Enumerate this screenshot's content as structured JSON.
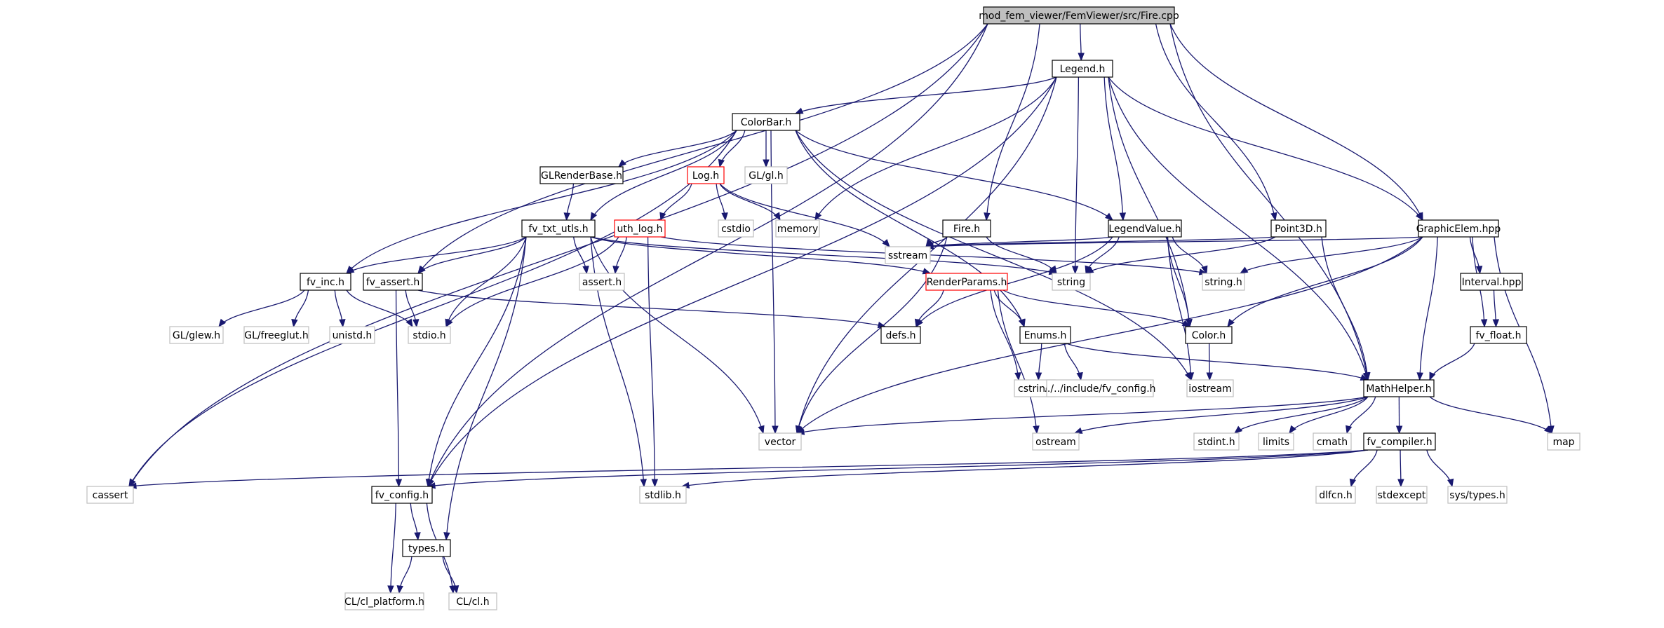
{
  "diagram": {
    "nodes": [
      {
        "id": "fire_cpp",
        "label": "mod_fem_viewer/FemViewer/src/Fire.cpp",
        "style": "root"
      },
      {
        "id": "legend_h",
        "label": "Legend.h",
        "style": "normal"
      },
      {
        "id": "colorbar_h",
        "label": "ColorBar.h",
        "style": "normal"
      },
      {
        "id": "glrenderbase_h",
        "label": "GLRenderBase.h",
        "style": "normal"
      },
      {
        "id": "log_h",
        "label": "Log.h",
        "style": "red"
      },
      {
        "id": "gl_gl_h",
        "label": "GL/gl.h",
        "style": "gray"
      },
      {
        "id": "cstdio",
        "label": "cstdio",
        "style": "gray"
      },
      {
        "id": "memory",
        "label": "memory",
        "style": "gray"
      },
      {
        "id": "fv_txt_utls_h",
        "label": "fv_txt_utls.h",
        "style": "normal"
      },
      {
        "id": "uth_log_h",
        "label": "uth_log.h",
        "style": "red"
      },
      {
        "id": "fire_h",
        "label": "Fire.h",
        "style": "normal"
      },
      {
        "id": "legendvalue_h",
        "label": "LegendValue.h",
        "style": "normal"
      },
      {
        "id": "point3d_h",
        "label": "Point3D.h",
        "style": "normal"
      },
      {
        "id": "graphicelem_hpp",
        "label": "GraphicElem.hpp",
        "style": "normal"
      },
      {
        "id": "fv_inc_h",
        "label": "fv_inc.h",
        "style": "normal"
      },
      {
        "id": "fv_assert_h",
        "label": "fv_assert.h",
        "style": "normal"
      },
      {
        "id": "assert_h",
        "label": "assert.h",
        "style": "gray"
      },
      {
        "id": "sstream",
        "label": "sstream",
        "style": "gray"
      },
      {
        "id": "string",
        "label": "string",
        "style": "gray"
      },
      {
        "id": "renderparams_h",
        "label": "RenderParams.h",
        "style": "red"
      },
      {
        "id": "string_h",
        "label": "string.h",
        "style": "gray"
      },
      {
        "id": "interval_hpp",
        "label": "Interval.hpp",
        "style": "normal"
      },
      {
        "id": "gl_glew_h",
        "label": "GL/glew.h",
        "style": "gray"
      },
      {
        "id": "gl_freeglut_h",
        "label": "GL/freeglut.h",
        "style": "gray"
      },
      {
        "id": "unistd_h",
        "label": "unistd.h",
        "style": "gray"
      },
      {
        "id": "stdio_h",
        "label": "stdio.h",
        "style": "gray"
      },
      {
        "id": "defs_h",
        "label": "defs.h",
        "style": "normal"
      },
      {
        "id": "enums_h",
        "label": "Enums.h",
        "style": "normal"
      },
      {
        "id": "color_h",
        "label": "Color.h",
        "style": "normal"
      },
      {
        "id": "fv_float_h",
        "label": "fv_float.h",
        "style": "normal"
      },
      {
        "id": "cstring",
        "label": "cstring",
        "style": "gray"
      },
      {
        "id": "fv_config_include",
        "label": "../../include/fv_config.h",
        "style": "gray"
      },
      {
        "id": "iostream",
        "label": "iostream",
        "style": "gray"
      },
      {
        "id": "mathhelper_h",
        "label": "MathHelper.h",
        "style": "normal"
      },
      {
        "id": "vector",
        "label": "vector",
        "style": "gray"
      },
      {
        "id": "ostream",
        "label": "ostream",
        "style": "gray"
      },
      {
        "id": "stdint_h",
        "label": "stdint.h",
        "style": "gray"
      },
      {
        "id": "limits",
        "label": "limits",
        "style": "gray"
      },
      {
        "id": "cmath",
        "label": "cmath",
        "style": "gray"
      },
      {
        "id": "fv_compiler_h",
        "label": "fv_compiler.h",
        "style": "normal"
      },
      {
        "id": "map",
        "label": "map",
        "style": "gray"
      },
      {
        "id": "cassert",
        "label": "cassert",
        "style": "gray"
      },
      {
        "id": "fv_config_h",
        "label": "fv_config.h",
        "style": "normal"
      },
      {
        "id": "stdlib_h",
        "label": "stdlib.h",
        "style": "gray"
      },
      {
        "id": "dlfcn_h",
        "label": "dlfcn.h",
        "style": "gray"
      },
      {
        "id": "stdexcept",
        "label": "stdexcept",
        "style": "gray"
      },
      {
        "id": "sys_types_h",
        "label": "sys/types.h",
        "style": "gray"
      },
      {
        "id": "types_h",
        "label": "types.h",
        "style": "normal"
      },
      {
        "id": "cl_platform_h",
        "label": "CL/cl_platform.h",
        "style": "gray"
      },
      {
        "id": "cl_cl_h",
        "label": "CL/cl.h",
        "style": "gray"
      }
    ],
    "edges": [
      [
        "fire_cpp",
        "legend_h"
      ],
      [
        "fire_cpp",
        "fire_h"
      ],
      [
        "fire_cpp",
        "point3d_h"
      ],
      [
        "fire_cpp",
        "graphicelem_hpp"
      ],
      [
        "fire_cpp",
        "mathhelper_h"
      ],
      [
        "fire_cpp",
        "fv_assert_h"
      ],
      [
        "fire_cpp",
        "cassert"
      ],
      [
        "fire_cpp",
        "fv_config_h"
      ],
      [
        "legend_h",
        "colorbar_h"
      ],
      [
        "legend_h",
        "memory"
      ],
      [
        "legend_h",
        "legendvalue_h"
      ],
      [
        "legend_h",
        "graphicelem_hpp"
      ],
      [
        "legend_h",
        "string"
      ],
      [
        "legend_h",
        "color_h"
      ],
      [
        "legend_h",
        "mathhelper_h"
      ],
      [
        "legend_h",
        "vector"
      ],
      [
        "legend_h",
        "fv_config_h"
      ],
      [
        "colorbar_h",
        "glrenderbase_h"
      ],
      [
        "colorbar_h",
        "log_h"
      ],
      [
        "colorbar_h",
        "gl_gl_h"
      ],
      [
        "colorbar_h",
        "fv_txt_utls_h"
      ],
      [
        "colorbar_h",
        "legendvalue_h"
      ],
      [
        "colorbar_h",
        "fv_inc_h"
      ],
      [
        "colorbar_h",
        "cassert"
      ],
      [
        "colorbar_h",
        "vector"
      ],
      [
        "colorbar_h",
        "enums_h"
      ],
      [
        "colorbar_h",
        "iostream"
      ],
      [
        "glrenderbase_h",
        "fv_txt_utls_h"
      ],
      [
        "log_h",
        "uth_log_h"
      ],
      [
        "log_h",
        "cstdio"
      ],
      [
        "log_h",
        "memory"
      ],
      [
        "log_h",
        "sstream"
      ],
      [
        "uth_log_h",
        "assert_h"
      ],
      [
        "uth_log_h",
        "stdio_h"
      ],
      [
        "uth_log_h",
        "stdlib_h"
      ],
      [
        "uth_log_h",
        "string_h"
      ],
      [
        "fv_txt_utls_h",
        "fv_inc_h"
      ],
      [
        "fv_txt_utls_h",
        "fv_assert_h"
      ],
      [
        "fv_txt_utls_h",
        "assert_h"
      ],
      [
        "fv_txt_utls_h",
        "stdio_h"
      ],
      [
        "fv_txt_utls_h",
        "string"
      ],
      [
        "fv_txt_utls_h",
        "renderparams_h"
      ],
      [
        "fv_txt_utls_h",
        "vector"
      ],
      [
        "fv_txt_utls_h",
        "stdlib_h"
      ],
      [
        "fv_txt_utls_h",
        "types_h"
      ],
      [
        "fv_txt_utls_h",
        "fv_config_h"
      ],
      [
        "fv_inc_h",
        "gl_glew_h"
      ],
      [
        "fv_inc_h",
        "gl_freeglut_h"
      ],
      [
        "fv_inc_h",
        "unistd_h"
      ],
      [
        "fv_inc_h",
        "stdio_h"
      ],
      [
        "fv_assert_h",
        "stdio_h"
      ],
      [
        "fv_assert_h",
        "defs_h"
      ],
      [
        "fv_assert_h",
        "fv_config_h"
      ],
      [
        "fire_h",
        "sstream"
      ],
      [
        "fire_h",
        "string"
      ],
      [
        "fire_h",
        "vector"
      ],
      [
        "legendvalue_h",
        "sstream"
      ],
      [
        "legendvalue_h",
        "string"
      ],
      [
        "legendvalue_h",
        "string_h"
      ],
      [
        "legendvalue_h",
        "defs_h"
      ],
      [
        "legendvalue_h",
        "color_h"
      ],
      [
        "legendvalue_h",
        "iostream"
      ],
      [
        "point3d_h",
        "sstream"
      ],
      [
        "point3d_h",
        "string"
      ],
      [
        "point3d_h",
        "mathhelper_h"
      ],
      [
        "graphicelem_hpp",
        "sstream"
      ],
      [
        "graphicelem_hpp",
        "string_h"
      ],
      [
        "graphicelem_hpp",
        "interval_hpp"
      ],
      [
        "graphicelem_hpp",
        "color_h"
      ],
      [
        "graphicelem_hpp",
        "fv_float_h"
      ],
      [
        "graphicelem_hpp",
        "mathhelper_h"
      ],
      [
        "graphicelem_hpp",
        "map"
      ],
      [
        "graphicelem_hpp",
        "vector"
      ],
      [
        "renderparams_h",
        "defs_h"
      ],
      [
        "renderparams_h",
        "enums_h"
      ],
      [
        "renderparams_h",
        "color_h"
      ],
      [
        "renderparams_h",
        "cstring"
      ],
      [
        "renderparams_h",
        "ostream"
      ],
      [
        "enums_h",
        "cstring"
      ],
      [
        "enums_h",
        "fv_config_include"
      ],
      [
        "enums_h",
        "mathhelper_h"
      ],
      [
        "color_h",
        "iostream"
      ],
      [
        "interval_hpp",
        "fv_float_h"
      ],
      [
        "fv_float_h",
        "mathhelper_h"
      ],
      [
        "mathhelper_h",
        "vector"
      ],
      [
        "mathhelper_h",
        "ostream"
      ],
      [
        "mathhelper_h",
        "stdint_h"
      ],
      [
        "mathhelper_h",
        "limits"
      ],
      [
        "mathhelper_h",
        "cmath"
      ],
      [
        "mathhelper_h",
        "fv_compiler_h"
      ],
      [
        "mathhelper_h",
        "map"
      ],
      [
        "fv_compiler_h",
        "cassert"
      ],
      [
        "fv_compiler_h",
        "fv_config_h"
      ],
      [
        "fv_compiler_h",
        "stdlib_h"
      ],
      [
        "fv_compiler_h",
        "dlfcn_h"
      ],
      [
        "fv_compiler_h",
        "stdexcept"
      ],
      [
        "fv_compiler_h",
        "sys_types_h"
      ],
      [
        "fv_config_h",
        "types_h"
      ],
      [
        "fv_config_h",
        "cl_platform_h"
      ],
      [
        "fv_config_h",
        "cl_cl_h"
      ],
      [
        "types_h",
        "cl_platform_h"
      ],
      [
        "types_h",
        "cl_cl_h"
      ]
    ],
    "colors": {
      "edge": "#191970",
      "root_fill": "#bfbfbf",
      "normal_border": "#000000",
      "red_border": "#ff0000",
      "gray_border": "#bfbfbf",
      "text": "#000000"
    }
  }
}
